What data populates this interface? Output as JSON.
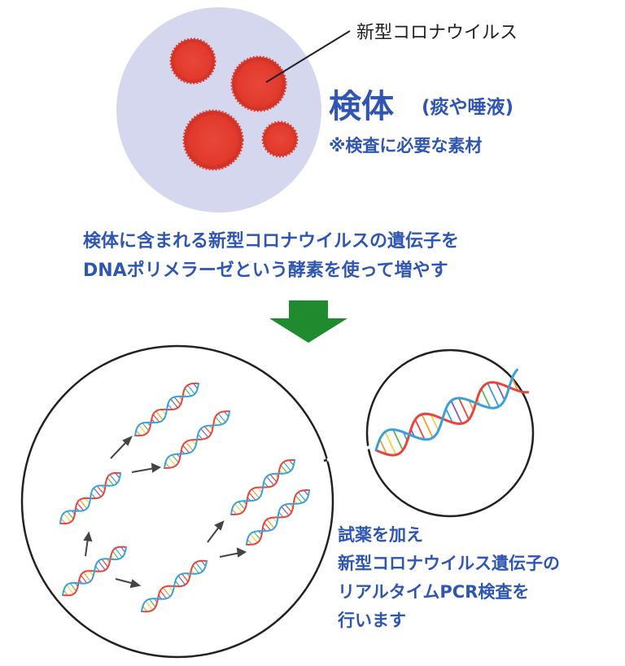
{
  "labels": {
    "virus": "新型コロナウイルス",
    "sample_title": "検体",
    "sample_sub": "(痰や唾液)",
    "sample_note": "※検査に必要な素材",
    "desc_line1": "検体に含まれる新型コロナウイルスの遺伝子を",
    "desc_line2": "DNAポリメラーゼという酵素を使って増やす",
    "reagent_line1": "試薬を加え",
    "reagent_line2": "新型コロナウイルス遺伝子の",
    "reagent_line3": "リアルタイムPCR検査を",
    "reagent_line4": "行います"
  },
  "colors": {
    "text_blue": "#2f56b3",
    "specimen_bg": "#d5d7ee",
    "virus_red": "#e23a2c",
    "arrow_green": "#1f8a2e",
    "outline": "#222222"
  },
  "icons": {
    "virus": "virus-particle-icon",
    "dna": "dna-helix-icon",
    "down_arrow": "green-down-arrow-icon"
  }
}
